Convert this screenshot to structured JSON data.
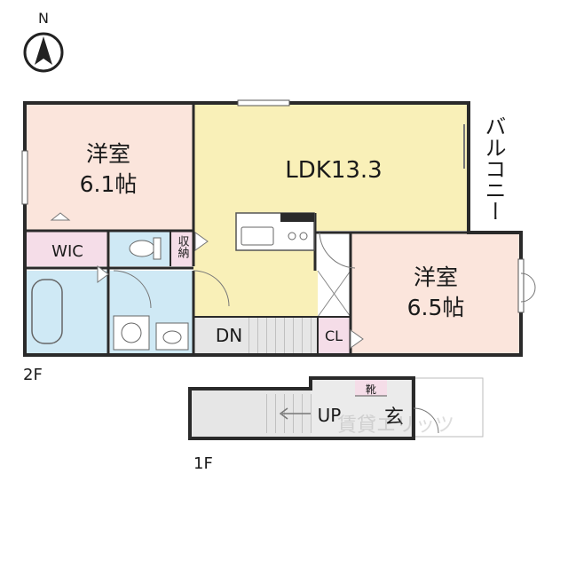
{
  "compass": {
    "letter": "N"
  },
  "floor2": {
    "label": "2F",
    "rooms": {
      "west_bedroom": {
        "name": "洋室",
        "size": "6.1帖",
        "color": "#fbe5dc"
      },
      "ldk": {
        "name": "LDK13.3",
        "color": "#f9f0b8"
      },
      "balcony": {
        "name": "バルコニー",
        "color": "#ffffff"
      },
      "east_bedroom": {
        "name": "洋室",
        "size": "6.5帖",
        "color": "#fbe5dc"
      },
      "wic": {
        "name": "WIC",
        "color": "#f5dde8"
      },
      "storage": {
        "name": "収納",
        "color": "#f5dde8"
      },
      "closet": {
        "name": "CL",
        "color": "#f5dde8"
      },
      "stairs_down": {
        "name": "DN",
        "color": "#e6e6e6"
      },
      "bath": {
        "color": "#cfe9f5"
      },
      "toilet": {
        "color": "#cfe9f5"
      },
      "washroom": {
        "color": "#cfe9f5"
      }
    }
  },
  "floor1": {
    "label": "1F",
    "rooms": {
      "stairs_up": {
        "name": "UP",
        "color": "#e6e6e6"
      },
      "entrance": {
        "name": "玄",
        "color": "#ebebeb"
      },
      "shoe_box": {
        "name": "靴",
        "color": "#f5dde8"
      }
    }
  },
  "watermark": {
    "text": "賃貸エリッツ"
  }
}
